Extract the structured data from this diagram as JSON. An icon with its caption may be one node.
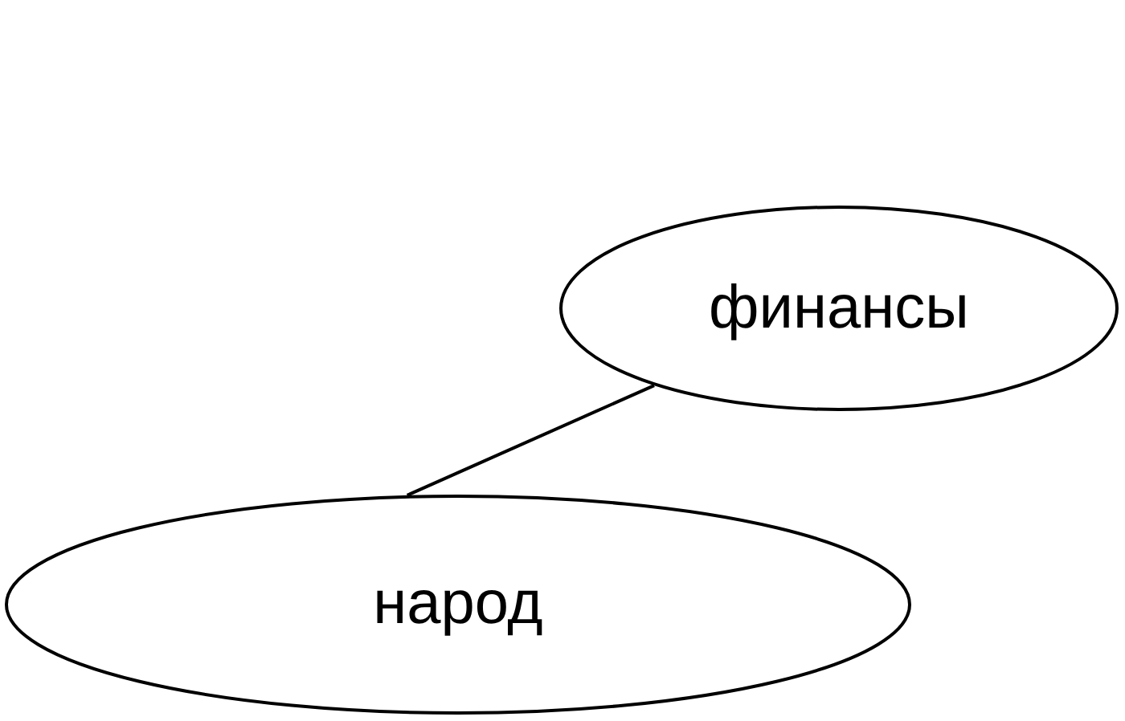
{
  "diagram": {
    "nodes": [
      {
        "text": [
          "финансы"
        ]
      },
      {
        "text": [
          "народ"
        ]
      }
    ],
    "edges": [
      {
        "from": 0,
        "to": 1,
        "arrow": "none"
      }
    ]
  }
}
